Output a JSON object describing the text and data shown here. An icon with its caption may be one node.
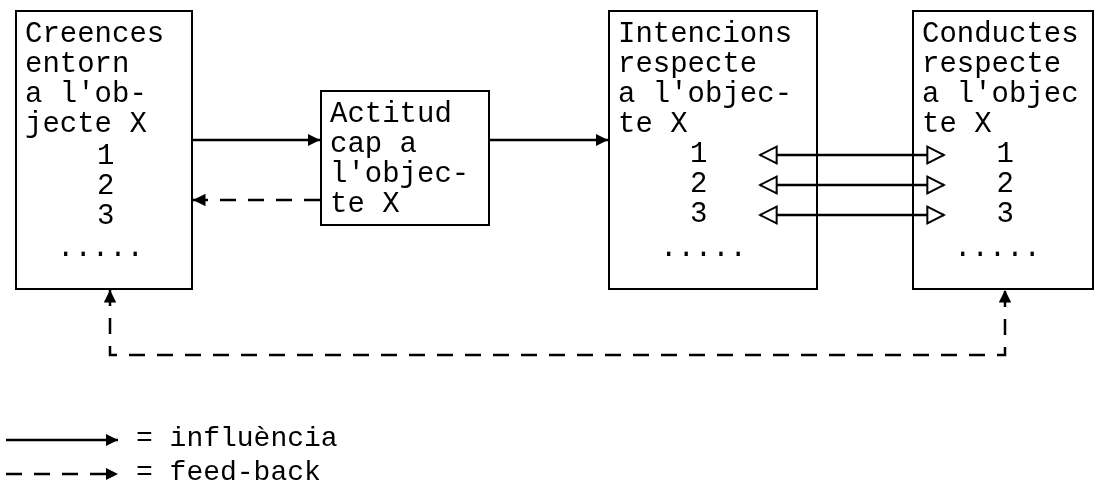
{
  "diagram": {
    "nodes": [
      {
        "text": [
          "Creences entorn a l'ob- jecte X",
          "1",
          "2",
          "3",
          "....."
        ]
      },
      {
        "text": [
          "Actitud cap a l'objec- te X"
        ]
      },
      {
        "text": [
          "Intencions respecte a l'objec- te X",
          "....."
        ]
      },
      {
        "text": [
          "1"
        ],
        "in": 2
      },
      {
        "text": [
          "2"
        ],
        "in": 2
      },
      {
        "text": [
          "3"
        ],
        "in": 2
      },
      {
        "text": [
          "Conductes respecte a l'objec te X",
          "....."
        ]
      },
      {
        "text": [
          "1"
        ],
        "in": 6
      },
      {
        "text": [
          "2"
        ],
        "in": 6
      },
      {
        "text": [
          "3"
        ],
        "in": 6
      }
    ],
    "edges": [
      {
        "from": 0,
        "to": 1,
        "arrow": "to"
      },
      {
        "from": 1,
        "to": 0,
        "arrow": "to",
        "style": "dashed"
      },
      {
        "from": 1,
        "to": 2,
        "arrow": "to"
      },
      {
        "from": 3,
        "to": 7,
        "arrow": "both"
      },
      {
        "from": 4,
        "to": 8,
        "arrow": "both"
      },
      {
        "from": 5,
        "to": 9,
        "arrow": "both"
      },
      {
        "from": 0,
        "to": 6,
        "arrow": "both",
        "style": "dashed"
      }
    ],
    "legend": [
      {
        "text": "= influència"
      },
      {
        "text": "= feed-back"
      }
    ]
  }
}
